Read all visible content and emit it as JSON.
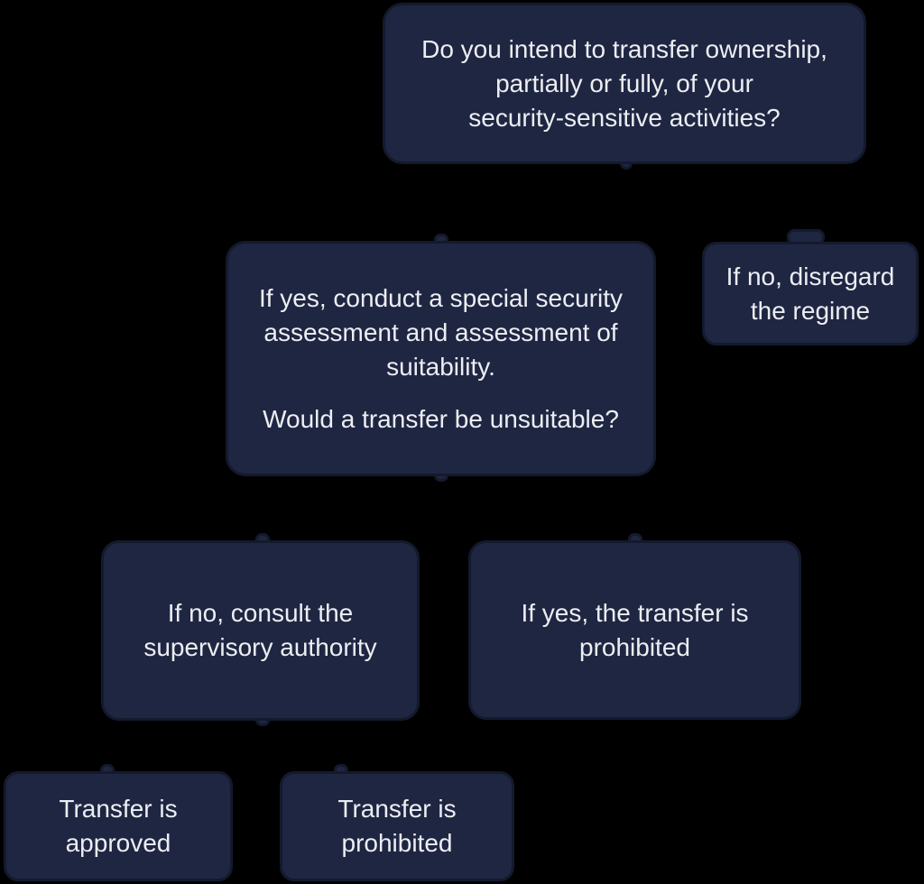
{
  "flowchart": {
    "colors": {
      "background": "#000000",
      "node_fill": "#1f2642",
      "node_border": "#141a2d",
      "text": "#eceef2"
    },
    "nodes": [
      {
        "id": "question",
        "lines": [
          "Do you intend to transfer ownership,",
          "partially or fully, of your",
          "security-sensitive activities?"
        ]
      },
      {
        "id": "assess",
        "paragraphs": [
          {
            "lines": [
              "If yes, conduct a special security",
              "assessment and assessment of",
              "suitability."
            ]
          },
          {
            "lines": [
              "Would a transfer be unsuitable?"
            ]
          }
        ]
      },
      {
        "id": "disregard",
        "lines": [
          "If no, disregard",
          "the regime"
        ]
      },
      {
        "id": "consult",
        "lines": [
          "If no, consult the",
          "supervisory authority"
        ]
      },
      {
        "id": "prohibited-after-assessment",
        "lines": [
          "If yes, the transfer is",
          "prohibited"
        ]
      },
      {
        "id": "approved",
        "lines": [
          "Transfer is",
          "approved"
        ]
      },
      {
        "id": "prohibited-final",
        "lines": [
          "Transfer is",
          "prohibited"
        ]
      }
    ]
  }
}
